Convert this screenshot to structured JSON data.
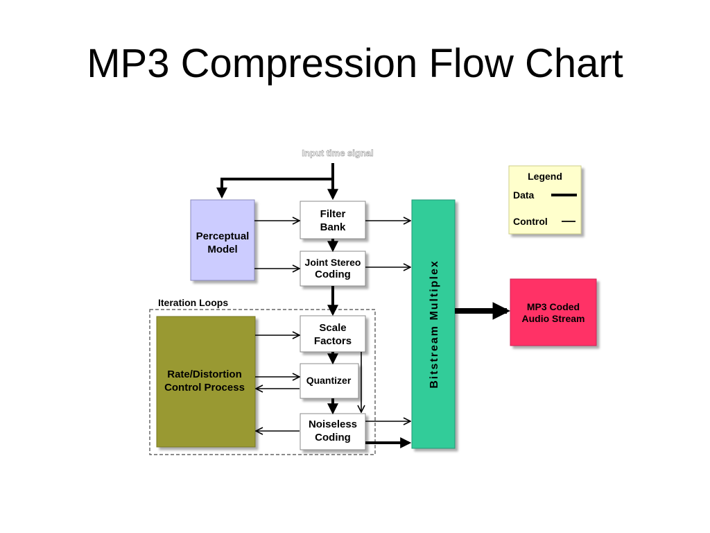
{
  "slide": {
    "title": "MP3 Compression Flow Chart"
  },
  "diagram": {
    "input_label": "Input time signal",
    "perceptual_model": {
      "line1": "Perceptual",
      "line2": "Model",
      "color": "#ccccff"
    },
    "filter_bank": {
      "line1": "Filter",
      "line2": "Bank"
    },
    "joint_stereo": {
      "line1": "Joint Stereo",
      "line2": "Coding"
    },
    "iteration_loops_label": "Iteration Loops",
    "rate_distortion": {
      "line1": "Rate/Distortion",
      "line2": "Control Process",
      "color": "#999933"
    },
    "scale_factors": {
      "line1": "Scale",
      "line2": "Factors"
    },
    "quantizer": {
      "line1": "Quantizer"
    },
    "noiseless": {
      "line1": "Noiseless",
      "line2": "Coding"
    },
    "bitstream": {
      "label": "Bitstream Multiplex",
      "color": "#33cc99"
    },
    "output": {
      "line1": "MP3 Coded",
      "line2": "Audio Stream",
      "color": "#ff3366"
    },
    "legend": {
      "title": "Legend",
      "data": "Data",
      "control": "Control",
      "color": "#ffffcc"
    }
  }
}
